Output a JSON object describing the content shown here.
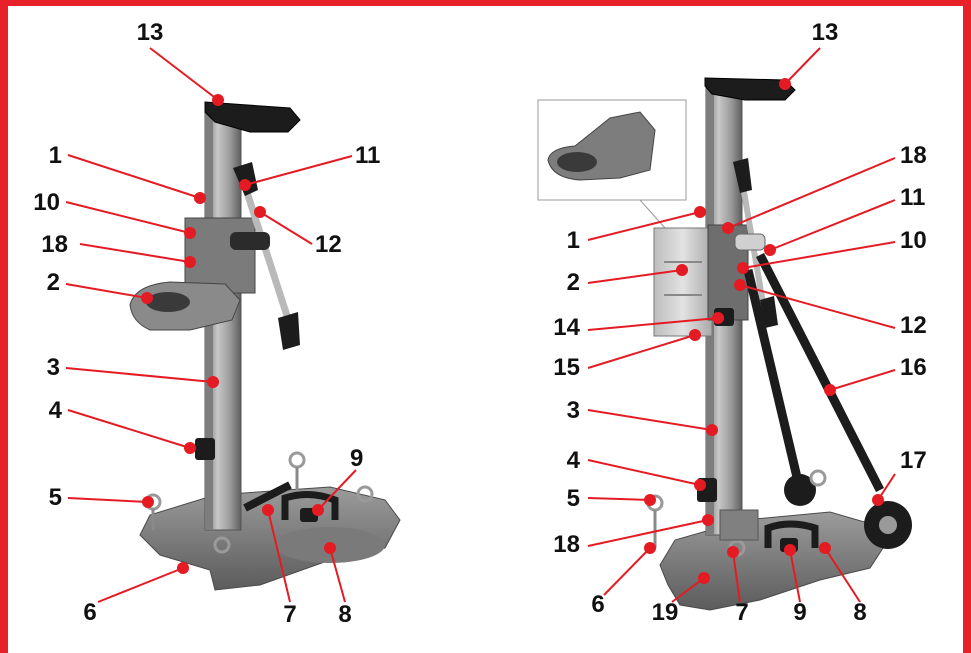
{
  "colors": {
    "frame": "#e8202a",
    "callout_dot": "#e41b23",
    "callout_line": "#e41b23",
    "metal": "#8c8c8c",
    "metal_dark": "#5a5a5a",
    "rubber": "#1c1c1c"
  },
  "left_stand": {
    "callouts": [
      {
        "num": "13"
      },
      {
        "num": "1"
      },
      {
        "num": "11"
      },
      {
        "num": "10"
      },
      {
        "num": "18"
      },
      {
        "num": "12"
      },
      {
        "num": "2"
      },
      {
        "num": "3"
      },
      {
        "num": "4"
      },
      {
        "num": "9"
      },
      {
        "num": "5"
      },
      {
        "num": "6"
      },
      {
        "num": "7"
      },
      {
        "num": "8"
      }
    ]
  },
  "right_stand": {
    "callouts": [
      {
        "num": "13"
      },
      {
        "num": "18"
      },
      {
        "num": "1"
      },
      {
        "num": "11"
      },
      {
        "num": "10"
      },
      {
        "num": "2"
      },
      {
        "num": "12"
      },
      {
        "num": "14"
      },
      {
        "num": "15"
      },
      {
        "num": "16"
      },
      {
        "num": "3"
      },
      {
        "num": "4"
      },
      {
        "num": "17"
      },
      {
        "num": "5"
      },
      {
        "num": "18"
      },
      {
        "num": "6"
      },
      {
        "num": "19"
      },
      {
        "num": "7"
      },
      {
        "num": "9"
      },
      {
        "num": "8"
      }
    ]
  }
}
